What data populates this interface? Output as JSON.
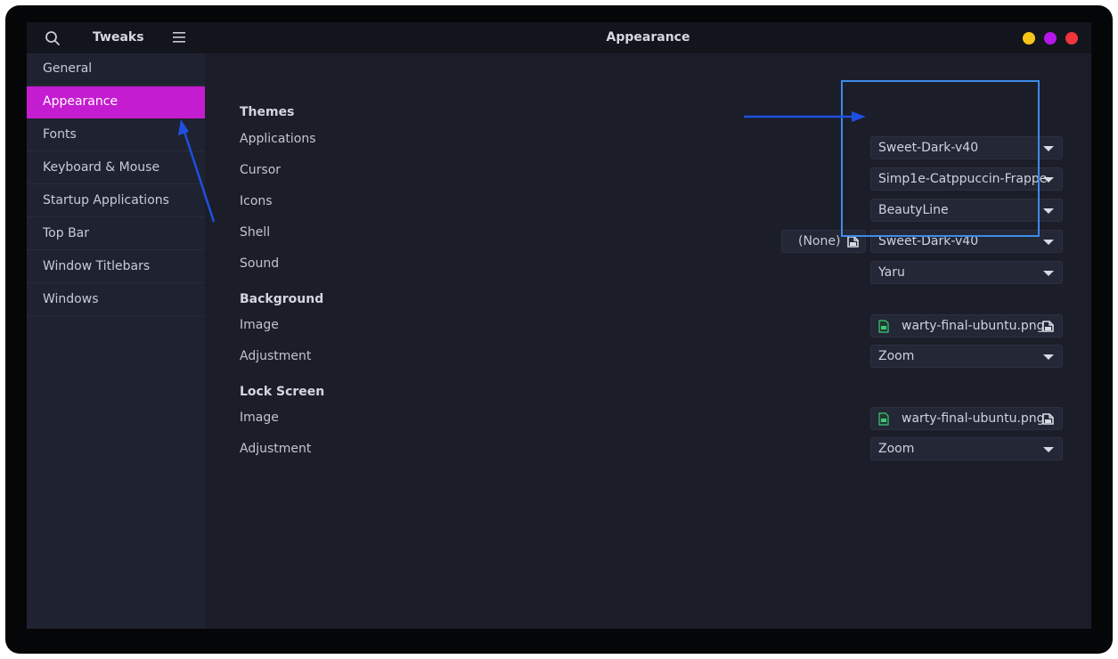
{
  "header": {
    "app_title": "Tweaks",
    "page_title": "Appearance",
    "search_icon": "search-icon",
    "menu_icon": "hamburger-menu-icon"
  },
  "sidebar": {
    "active": "Appearance",
    "items": [
      {
        "label": "General"
      },
      {
        "label": "Appearance"
      },
      {
        "label": "Fonts"
      },
      {
        "label": "Keyboard & Mouse"
      },
      {
        "label": "Startup Applications"
      },
      {
        "label": "Top Bar"
      },
      {
        "label": "Window Titlebars"
      },
      {
        "label": "Windows"
      }
    ]
  },
  "themes": {
    "heading": "Themes",
    "applications": {
      "label": "Applications",
      "value": "Sweet-Dark-v40"
    },
    "cursor": {
      "label": "Cursor",
      "value": "Simp1e-Catppuccin-Frappe"
    },
    "icons": {
      "label": "Icons",
      "value": "BeautyLine"
    },
    "shell": {
      "label": "Shell",
      "value": "Sweet-Dark-v40",
      "extension_button": "(None)"
    },
    "sound": {
      "label": "Sound",
      "value": "Yaru"
    }
  },
  "background": {
    "heading": "Background",
    "image": {
      "label": "Image",
      "value": "warty-final-ubuntu.png"
    },
    "adjustment": {
      "label": "Adjustment",
      "value": "Zoom"
    }
  },
  "lock_screen": {
    "heading": "Lock Screen",
    "image": {
      "label": "Image",
      "value": "warty-final-ubuntu.png"
    },
    "adjustment": {
      "label": "Adjustment",
      "value": "Zoom"
    }
  },
  "colors": {
    "accent": "#c41cd0",
    "annotation": "#1f4fe0",
    "highlight": "#3d8be8",
    "minimize": "#f5c518",
    "maximize": "#b517e8",
    "close": "#f0353d"
  }
}
